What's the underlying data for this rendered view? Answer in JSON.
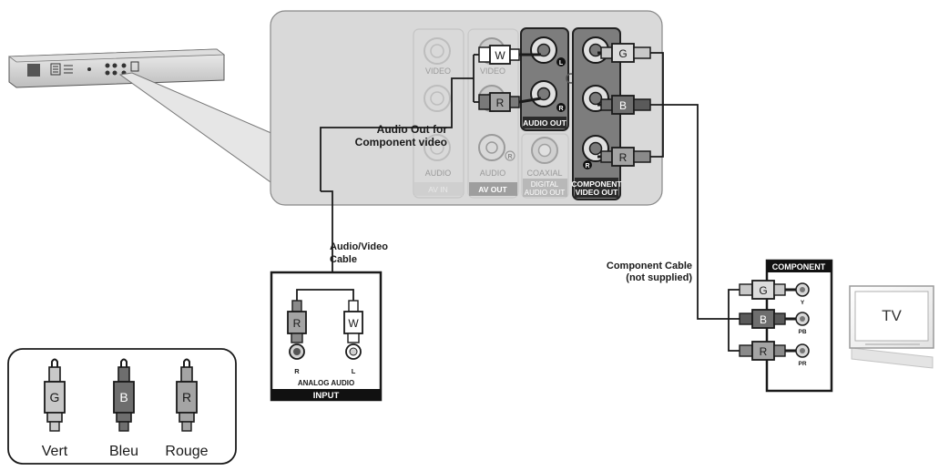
{
  "player_panel": {
    "ports": {
      "video1": "VIDEO",
      "video2": "VIDEO",
      "audio1": "AUDIO",
      "audio2": "AUDIO",
      "coaxial": "COAXIAL"
    },
    "groups": {
      "av_in": "AV IN",
      "av_out": "AV OUT",
      "digital_audio_out_1": "DIGITAL",
      "digital_audio_out_2": "AUDIO OUT",
      "audio_out": "AUDIO OUT",
      "component_video_out_1": "COMPONENT",
      "component_video_out_2": "VIDEO OUT"
    },
    "markers": {
      "left": "L",
      "right": "R",
      "pr": "R"
    }
  },
  "labels": {
    "audio_out_component_1": "Audio Out for",
    "audio_out_component_2": "Component video",
    "av_cable_1": "Audio/Video",
    "av_cable_2": "Cable",
    "component_cable_1": "Component Cable",
    "component_cable_2": "(not supplied)"
  },
  "plugs": {
    "white": "W",
    "red": "R",
    "green": "G",
    "blue": "B"
  },
  "input_box": {
    "left_jack": "R",
    "right_jack": "L",
    "analog_audio": "ANALOG AUDIO",
    "title": "INPUT"
  },
  "component_box": {
    "title": "COMPONENT",
    "jack_y": "Y",
    "jack_pb": "PB",
    "jack_pr": "PR"
  },
  "tv": {
    "label": "TV"
  },
  "legend": [
    {
      "letter": "G",
      "name": "Vert",
      "color": "#c8c8c8"
    },
    {
      "letter": "B",
      "name": "Bleu",
      "color": "#6e6e6e"
    },
    {
      "letter": "R",
      "name": "Rouge",
      "color": "#a4a4a4"
    }
  ],
  "colors": {
    "panel_fill": "#d9d9d9",
    "highlight_fill": "#7d7d7d",
    "dark_fill": "#2b2b2b",
    "line": "#1a1a1a"
  }
}
